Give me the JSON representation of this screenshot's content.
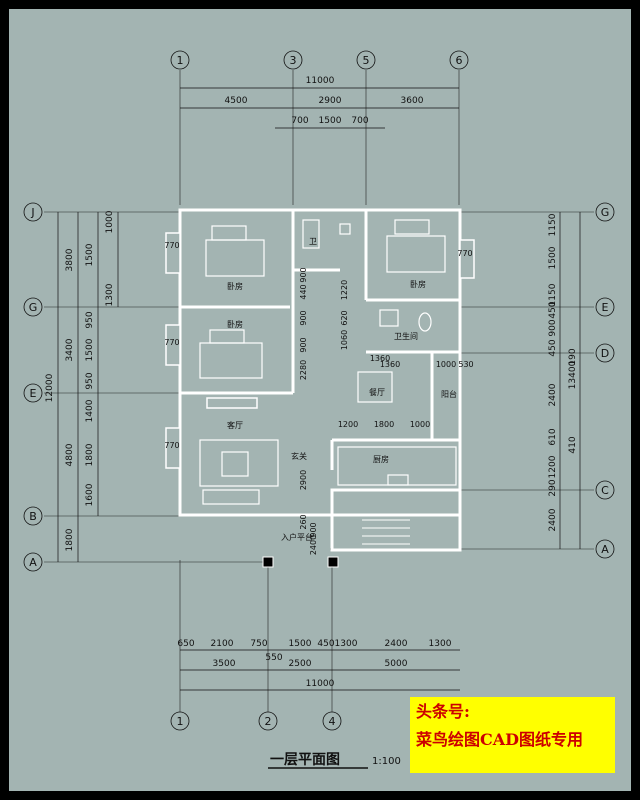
{
  "drawing": {
    "title": "一层平面图",
    "scale": "1:100",
    "colors": {
      "background": "#a3b4b2",
      "frame": "#000000",
      "wall": "#ffffff",
      "banner": "#ffff00",
      "banner_text": "#cc0000"
    }
  },
  "axes": {
    "top": [
      "1",
      "3",
      "5",
      "6"
    ],
    "bottom": [
      "1",
      "2",
      "4"
    ],
    "left": [
      "J",
      "G",
      "E",
      "B",
      "A"
    ],
    "right": [
      "G",
      "E",
      "D",
      "C",
      "A"
    ]
  },
  "dimensions": {
    "top_total": "11000",
    "top_row": [
      "4500",
      "2900",
      "3600"
    ],
    "top_inner": [
      "700",
      "1500",
      "700"
    ],
    "bottom_row1": [
      "650",
      "2100",
      "750",
      "1500",
      "450",
      "1300",
      "2400",
      "1300"
    ],
    "bottom_row2": [
      "3500",
      "550",
      "2500",
      "5000"
    ],
    "bottom_total": "11000",
    "left_total": "12000",
    "left_outer": [
      "3800",
      "3400",
      "4800",
      "1800"
    ],
    "left_mid": [
      "1500",
      "950",
      "1500",
      "950",
      "1400",
      "1800",
      "1600"
    ],
    "left_inner": [
      "1000",
      "1300"
    ],
    "right_total": "13400",
    "right_outer": [
      "1150",
      "1500",
      "1150",
      "450",
      "900",
      "450",
      "2400",
      "610",
      "1200",
      "290",
      "2400"
    ],
    "right_inner": [
      "190",
      "410"
    ]
  },
  "rooms": {
    "bath_small": "卫",
    "bedroom_a": "卧房",
    "bedroom_b": "卧房",
    "bedroom_c": "卧房",
    "bathroom": "卫生间",
    "dining": "餐厅",
    "balcony": "阳台",
    "living": "客厅",
    "foyer": "玄关",
    "kitchen": "厨房",
    "entry": "入户平台"
  },
  "inner_dims": {
    "d1": "900",
    "d2": "440",
    "d3": "900",
    "d4": "1220",
    "d5": "900",
    "d6": "620",
    "d7": "1060",
    "d8": "2280",
    "d9": "1360",
    "d10": "1360",
    "d11": "1000",
    "d12": "530",
    "d13": "1200",
    "d14": "1800",
    "d15": "1000",
    "d16": "770",
    "d17": "770",
    "d18": "770",
    "d19": "770",
    "d20": "2900",
    "d21": "260",
    "d22": "2400",
    "d23": "900"
  },
  "banner": {
    "line1": "头条号:",
    "line2": "菜鸟绘图CAD图纸专用"
  }
}
